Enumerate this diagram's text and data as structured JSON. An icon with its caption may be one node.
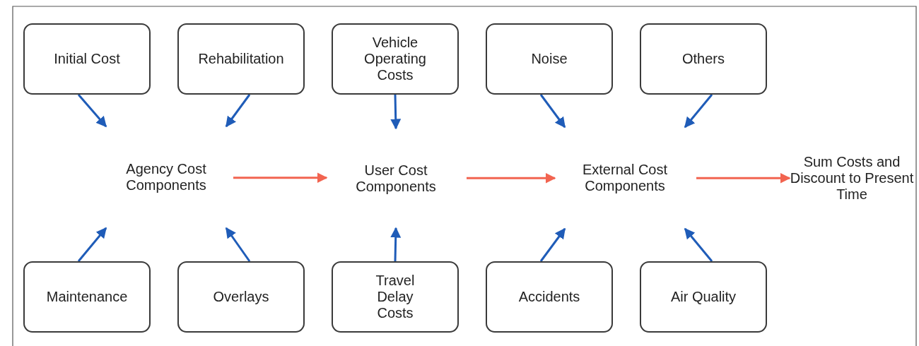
{
  "diagram": {
    "nodes": [
      {
        "text": [
          "Initial Cost"
        ]
      },
      {
        "text": [
          "Rehabilitation"
        ]
      },
      {
        "text": [
          "Vehicle Operating Costs"
        ]
      },
      {
        "text": [
          "Noise"
        ]
      },
      {
        "text": [
          "Others"
        ]
      },
      {
        "text": [
          "Agency Cost Components"
        ]
      },
      {
        "text": [
          "User Cost Components"
        ]
      },
      {
        "text": [
          "External Cost Components"
        ]
      },
      {
        "text": [
          "Sum Costs and Discount to Present Time"
        ]
      },
      {
        "text": [
          "Maintenance"
        ]
      },
      {
        "text": [
          "Overlays"
        ]
      },
      {
        "text": [
          "Travel Delay Costs"
        ]
      },
      {
        "text": [
          "Accidents"
        ]
      },
      {
        "text": [
          "Air Quality"
        ]
      }
    ],
    "edges": [
      {
        "from": 0,
        "to": 5,
        "arrow": "to"
      },
      {
        "from": 1,
        "to": 5,
        "arrow": "to"
      },
      {
        "from": 9,
        "to": 5,
        "arrow": "to"
      },
      {
        "from": 10,
        "to": 5,
        "arrow": "to"
      },
      {
        "from": 2,
        "to": 6,
        "arrow": "to"
      },
      {
        "from": 11,
        "to": 6,
        "arrow": "to"
      },
      {
        "from": 3,
        "to": 7,
        "arrow": "to"
      },
      {
        "from": 4,
        "to": 7,
        "arrow": "to"
      },
      {
        "from": 12,
        "to": 7,
        "arrow": "to"
      },
      {
        "from": 13,
        "to": 7,
        "arrow": "to"
      },
      {
        "from": 5,
        "to": 6,
        "arrow": "to",
        "color": "#f26450"
      },
      {
        "from": 6,
        "to": 7,
        "arrow": "to",
        "color": "#f26450"
      },
      {
        "from": 7,
        "to": 8,
        "arrow": "to",
        "color": "#f26450"
      }
    ]
  }
}
